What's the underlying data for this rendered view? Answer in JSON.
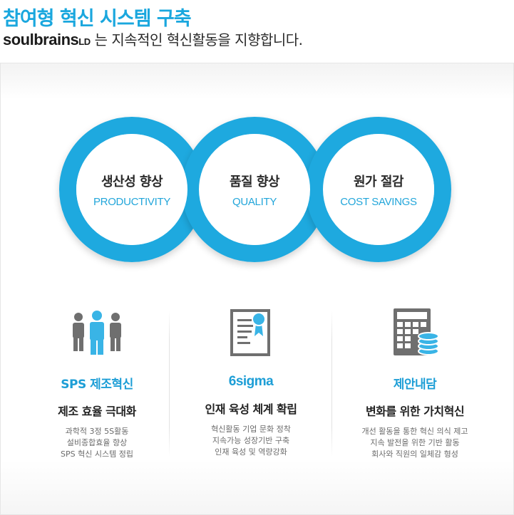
{
  "header": {
    "title": "참여형 혁신 시스템 구축",
    "brand": "soulbrains",
    "brand_suffix": "LD",
    "subtitle": "는 지속적인 혁신활동을 지향합니다."
  },
  "rings": [
    {
      "title": "생산성 향상",
      "sub": "PRODUCTIVITY"
    },
    {
      "title": "품질 향상",
      "sub": "QUALITY"
    },
    {
      "title": "원가 절감",
      "sub": "COST SAVINGS"
    }
  ],
  "columns": [
    {
      "icon": "people-icon",
      "label": "SPS 제조혁신",
      "title": "제조 효율 극대화",
      "lines": [
        "과학적 3정 5S활동",
        "설비종합효율 향상",
        "SPS 혁신 시스템 정립"
      ]
    },
    {
      "icon": "certificate-icon",
      "label": "6sigma",
      "title": "인재 육성 체계 확립",
      "lines": [
        "혁신활동 기업 문화 정착",
        "지속가능 성장기반 구축",
        "인재 육성 및 역량강화"
      ]
    },
    {
      "icon": "calculator-coins-icon",
      "label": "제안내담",
      "title": "변화를 위한 가치혁신",
      "lines": [
        "개선 활동을 통한 혁신 의식 제고",
        "지속 발전을 위한 기반 활동",
        "회사와 직원의 일체감 형성"
      ]
    }
  ],
  "colors": {
    "accent": "#1ea9df",
    "label": "#1d9ed6",
    "icon_gray": "#6f6f6f",
    "icon_blue": "#39b4e6"
  }
}
